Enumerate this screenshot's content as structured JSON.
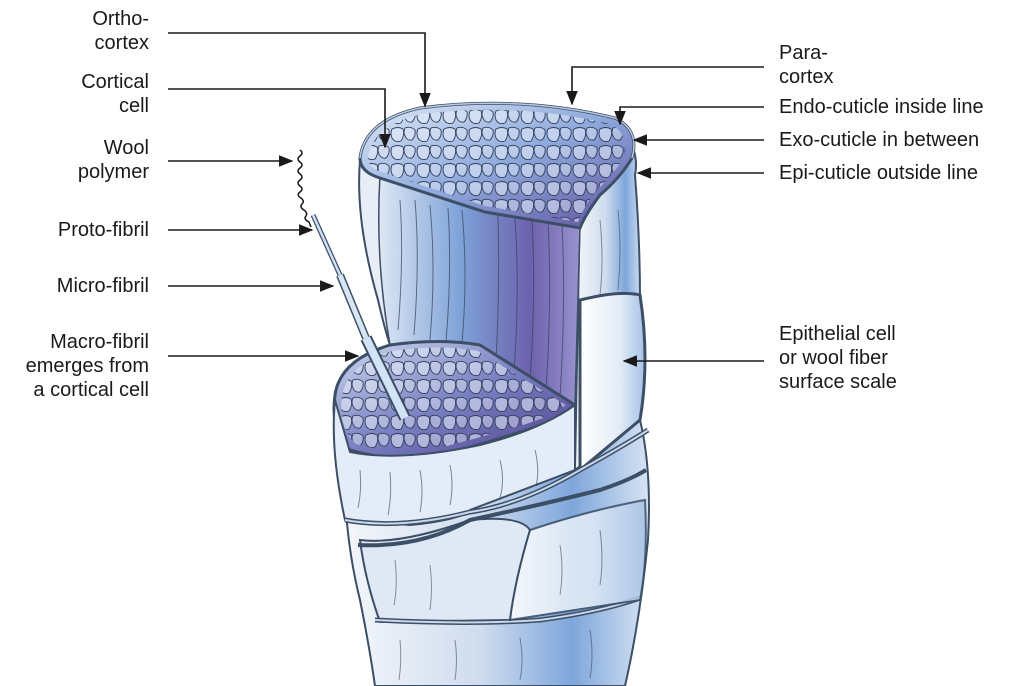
{
  "labels": {
    "ortho_cortex": [
      "Ortho-",
      "cortex"
    ],
    "cortical_cell": [
      "Cortical",
      "cell"
    ],
    "wool_polymer": [
      "Wool",
      "polymer"
    ],
    "proto_fibril": "Proto-fibril",
    "micro_fibril": "Micro-fibril",
    "macro_fibril": [
      "Macro-fibril",
      "emerges from",
      "a cortical cell"
    ],
    "para_cortex": [
      "Para-",
      "cortex"
    ],
    "endo_cuticle": "Endo-cuticle inside line",
    "exo_cuticle": "Exo-cuticle in between",
    "epi_cuticle": "Epi-cuticle outside line",
    "epithelial_cell": [
      "Epithelial cell",
      "or wool fiber",
      "surface scale"
    ]
  },
  "colors": {
    "text": "#1a1a1a",
    "arrow": "#1a1a1a",
    "fiber_light": "#e6eef8",
    "fiber_mid": "#8fb2de",
    "fiber_dark": "#6b5fa8",
    "outline": "#3c4f66"
  }
}
